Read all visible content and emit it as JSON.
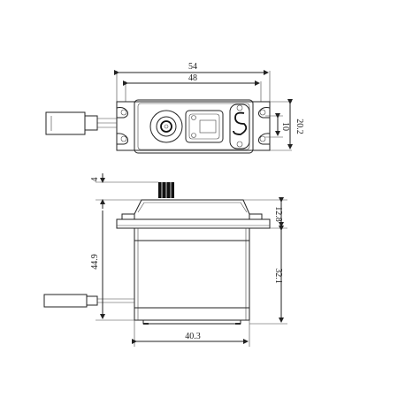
{
  "drawing": {
    "top_view": {
      "dim_overall_width": "54",
      "dim_mount_width": "48",
      "dim_tab_slot": "10",
      "dim_body_depth": "20.2"
    },
    "front_view": {
      "dim_shaft_height": "4",
      "dim_total_height": "44.9",
      "dim_flange_height": "12.8",
      "dim_lower_body_height": "32.1",
      "dim_body_width": "40.3"
    }
  },
  "colors": {
    "line": "#222222",
    "background": "#ffffff"
  }
}
